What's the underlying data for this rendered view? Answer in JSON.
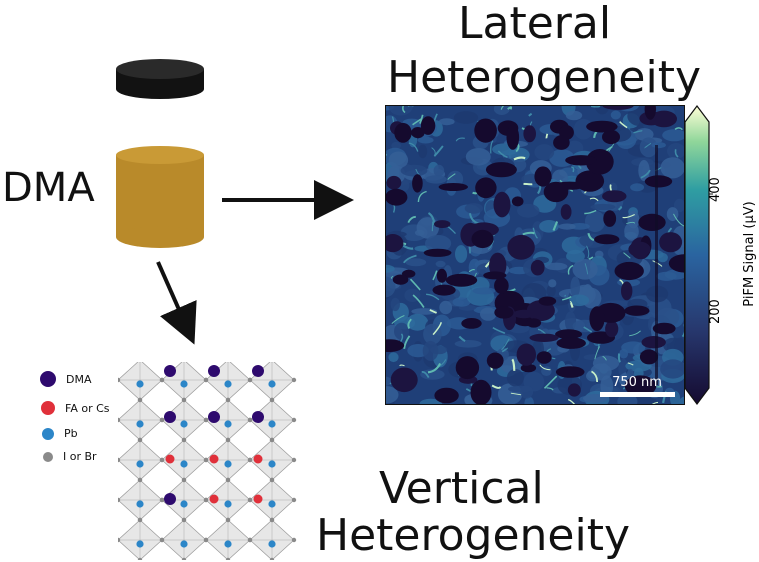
{
  "solvent_label": "DMA",
  "lateral": {
    "line1": "Lateral",
    "line2": "Heterogeneity"
  },
  "vertical": {
    "line1": "Vertical",
    "line2": "Heterogeneity"
  },
  "scale_bar": "750 nm",
  "colorbar": {
    "label": "PiFM Signal (μV)",
    "ticks": [
      "400",
      "200"
    ]
  },
  "legend": [
    {
      "label": "DMA",
      "color": "#2e0a6e"
    },
    {
      "label": "FA or Cs",
      "color": "#e0303a"
    },
    {
      "label": "Pb",
      "color": "#2c86c8"
    },
    {
      "label": "I or Br",
      "color": "#8a8a8a"
    }
  ],
  "colors": {
    "vial_cap": "#121212",
    "vial_liquid": "#b98a2a"
  }
}
